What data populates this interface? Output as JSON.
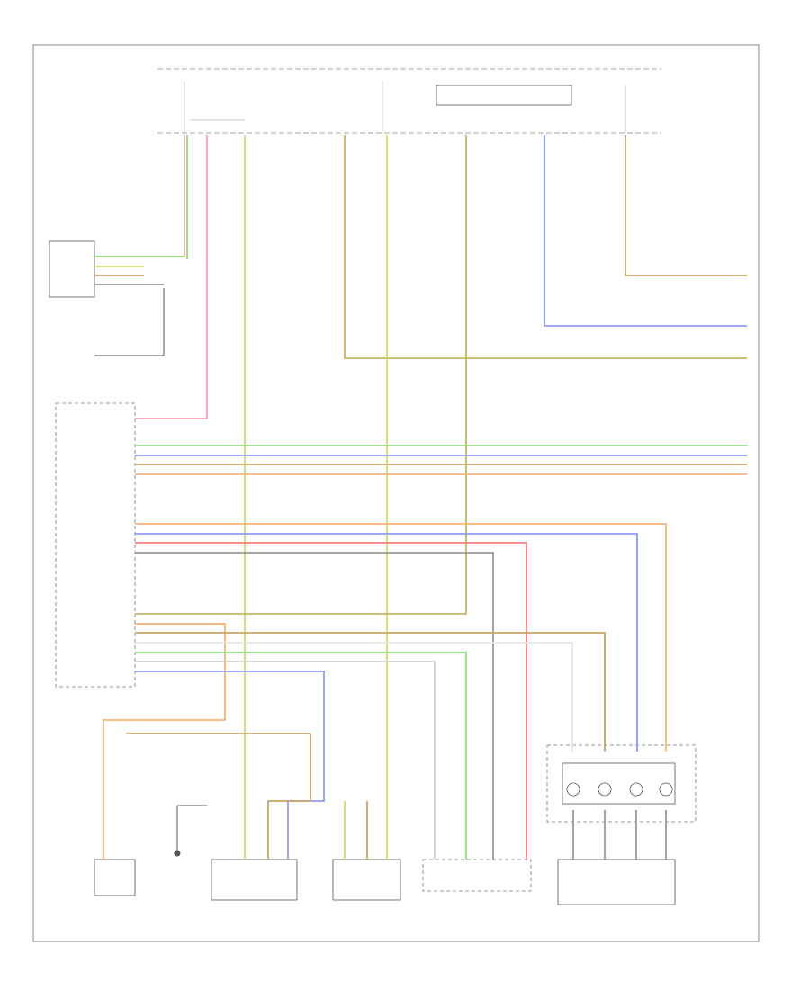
{
  "diagram": {
    "footer_code": "",
    "fuse_box_label": "",
    "colors": {
      "green": "#8fe07a",
      "pink": "#f4a0b0",
      "yellow": "#d9d96a",
      "olive": "#c8b56a",
      "tan": "#caa66a",
      "blue": "#8f9af2",
      "orange": "#f5b57a",
      "red": "#f08080",
      "gray": "#9a9a9a",
      "lightgray": "#cfcfcf",
      "lime": "#9ad99a",
      "white": "#e6e6e6"
    },
    "components": [
      {
        "id": "passenger-occupant-sensor",
        "label": ""
      },
      {
        "id": "srs-control-module",
        "label": ""
      },
      {
        "id": "tell-tale-lamp",
        "label": ""
      },
      {
        "id": "clock",
        "label": ""
      },
      {
        "id": "passenger-airbag-module",
        "label": ""
      },
      {
        "id": "driver-airbag-module",
        "label": ""
      },
      {
        "id": "clock-spring",
        "label": ""
      },
      {
        "id": "side-impact-sensor",
        "label": ""
      }
    ],
    "wire_labels": []
  }
}
